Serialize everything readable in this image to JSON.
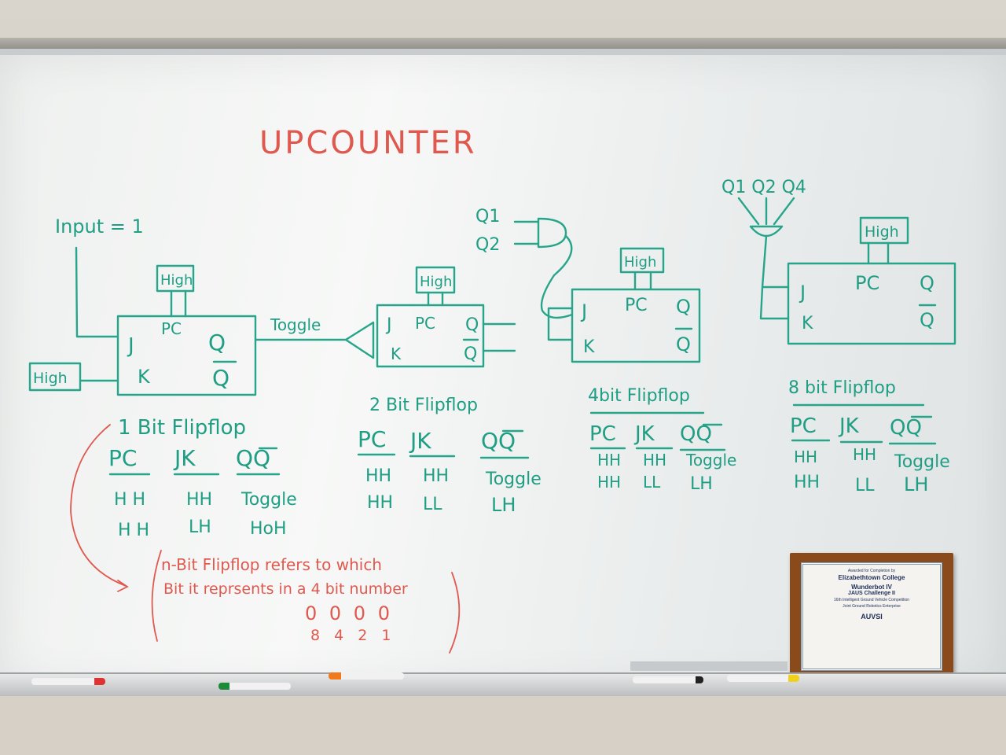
{
  "board": {
    "title": "UPCOUNTER",
    "input_label": "Input = 1",
    "high": "High",
    "toggle_label": "Toggle",
    "pins": {
      "j": "J",
      "k": "K",
      "pc": "PC",
      "q": "Q",
      "qbar": "Q"
    },
    "and_inputs_2": [
      "Q1",
      "Q2"
    ],
    "and_inputs_3": "Q1 Q2 Q4",
    "flipflops": [
      {
        "name": "1 Bit Flipflop",
        "header": [
          "PC",
          "JK",
          "QQ"
        ],
        "rows": [
          [
            "H H",
            "HH",
            "Toggle"
          ],
          [
            "H H",
            "LH",
            "HoH"
          ]
        ]
      },
      {
        "name": "2 Bit Flipflop",
        "header": [
          "PC",
          "JK",
          "QQ"
        ],
        "rows": [
          [
            "HH",
            "HH",
            "Toggle"
          ],
          [
            "HH",
            "LL",
            "LH"
          ]
        ]
      },
      {
        "name": "4bit Flipflop",
        "header": [
          "PC",
          "JK",
          "QQ"
        ],
        "rows": [
          [
            "HH",
            "HH",
            "Toggle"
          ],
          [
            "HH",
            "LL",
            "LH"
          ]
        ]
      },
      {
        "name": "8 bit Flipflop",
        "header": [
          "PC",
          "JK",
          "QQ"
        ],
        "rows": [
          [
            "HH",
            "HH",
            "Toggle"
          ],
          [
            "HH",
            "LL",
            "LH"
          ]
        ]
      }
    ],
    "note_line1": "n-Bit Flipflop refers to which",
    "note_line2": "Bit it reprsents in a 4 bit number",
    "bits": "0 0 0 0",
    "weights": "8 4 2 1"
  },
  "certificate": {
    "awarded": "Awarded for Completion by",
    "college": "Elizabethtown College",
    "robot": "Wunderbot IV",
    "challenge": "JAUS Challenge II",
    "event": "16th Intelligent Ground Vehicle Competition",
    "org": "Joint Ground Robotics Enterprise",
    "auvsi": "AUVSI"
  }
}
